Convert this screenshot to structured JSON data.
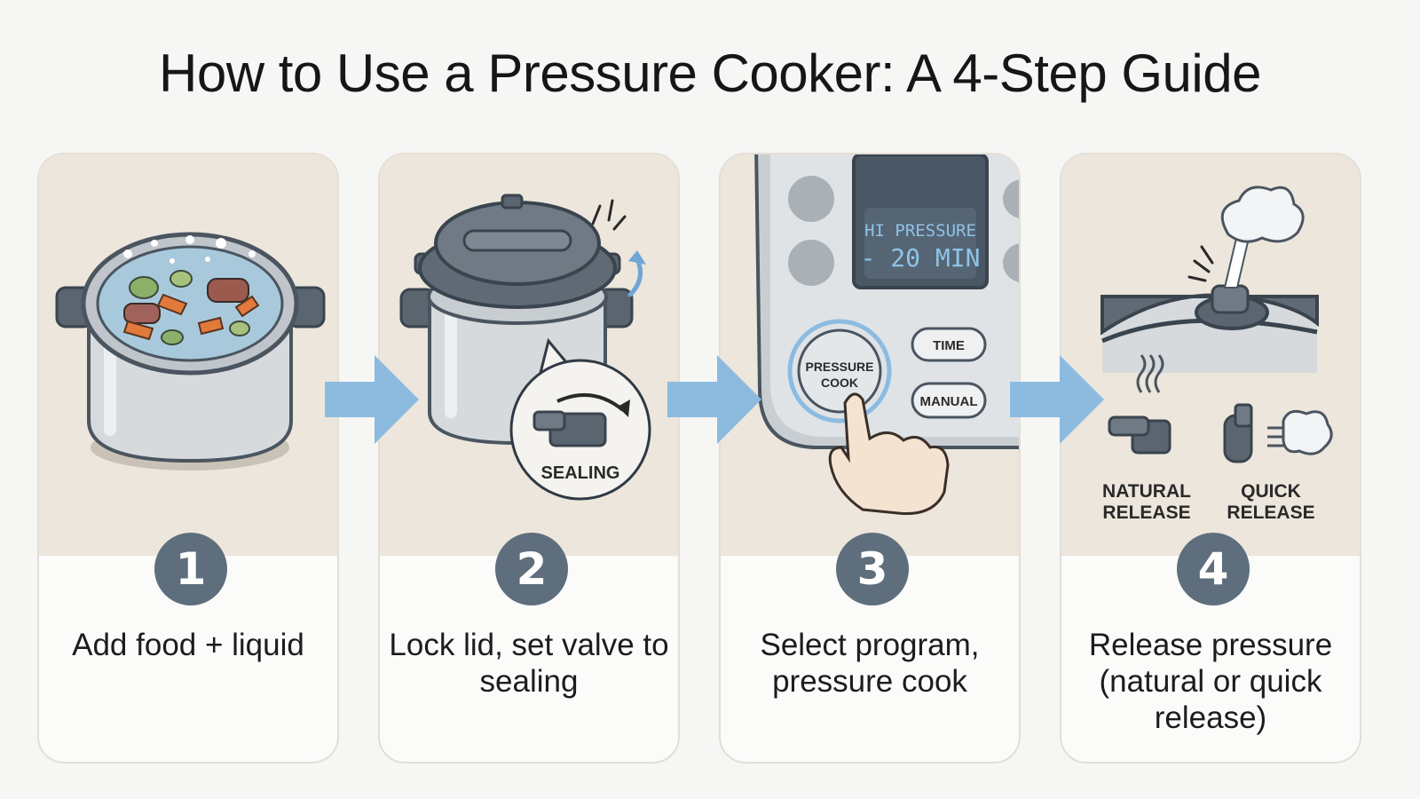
{
  "title": "How to Use a Pressure Cooker: A 4-Step Guide",
  "colors": {
    "background": "#f6f6f5",
    "panel": "#ece6dc",
    "badge": "#5e6e7c",
    "arrow": "#8dbbe0",
    "pot_steel": "#d6dadd",
    "pot_outline": "#4a5560"
  },
  "steps": [
    {
      "number": "1",
      "caption": "Add food + liquid",
      "illustration": "pot-with-food-icon"
    },
    {
      "number": "2",
      "caption": "Lock lid, set valve to sealing",
      "illustration": "locked-lid-icon",
      "valve_label": "SEALING"
    },
    {
      "number": "3",
      "caption": "Select program, pressure cook",
      "illustration": "control-panel-icon",
      "display_line1": "HI PRESSURE",
      "display_line2": "- 20 MIN",
      "button_main": "PRESSURE COOK",
      "button_main_line1": "PRESSURE",
      "button_main_line2": "COOK",
      "button_time": "TIME",
      "button_manual": "MANUAL"
    },
    {
      "number": "4",
      "caption": "Release pressure (natural or quick release)",
      "illustration": "steam-release-icon",
      "natural_label_line1": "NATURAL",
      "natural_label_line2": "RELEASE",
      "quick_label_line1": "QUICK",
      "quick_label_line2": "RELEASE"
    }
  ]
}
